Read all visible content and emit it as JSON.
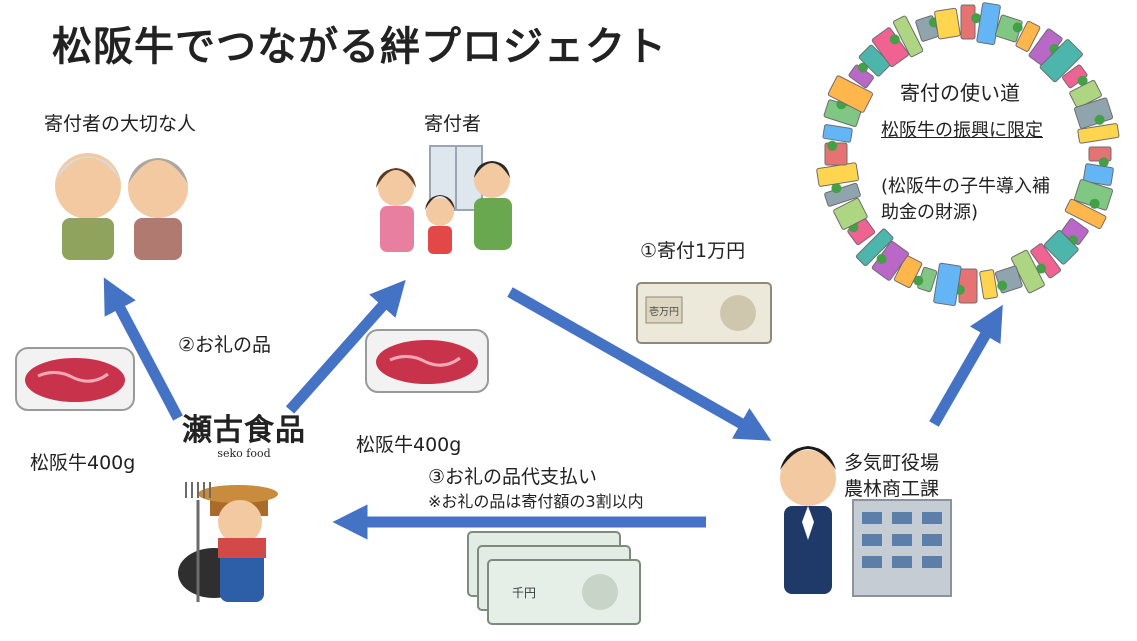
{
  "title": "松阪牛でつながる絆プロジェクト",
  "nodes": {
    "recipient_label": "寄付者の大切な人",
    "donor_label": "寄付者",
    "town_label_line1": "多気町役場",
    "town_label_line2": "農林商工課",
    "supplier_logo_main": "瀬古食品",
    "supplier_logo_sub": "seko food"
  },
  "flows": {
    "donation": "①寄付1万円",
    "gift": "②お礼の品",
    "payment": "③お礼の品代支払い",
    "payment_note": "※お礼の品は寄付額の3割以内"
  },
  "products": {
    "beef_left": "松阪牛400g",
    "beef_center": "松阪牛400g"
  },
  "usage": {
    "heading": "寄付の使い道",
    "limit": "松阪牛の振興に限定",
    "detail_line1": "(松阪牛の子牛導入補",
    "detail_line2": "助金の財源)"
  },
  "money": {
    "bill_10000_text": "壱万円",
    "bill_1000_text": "千円"
  },
  "colors": {
    "arrow": "#4472c4",
    "meat": "#c8324b",
    "building_ring": "multicolor"
  }
}
